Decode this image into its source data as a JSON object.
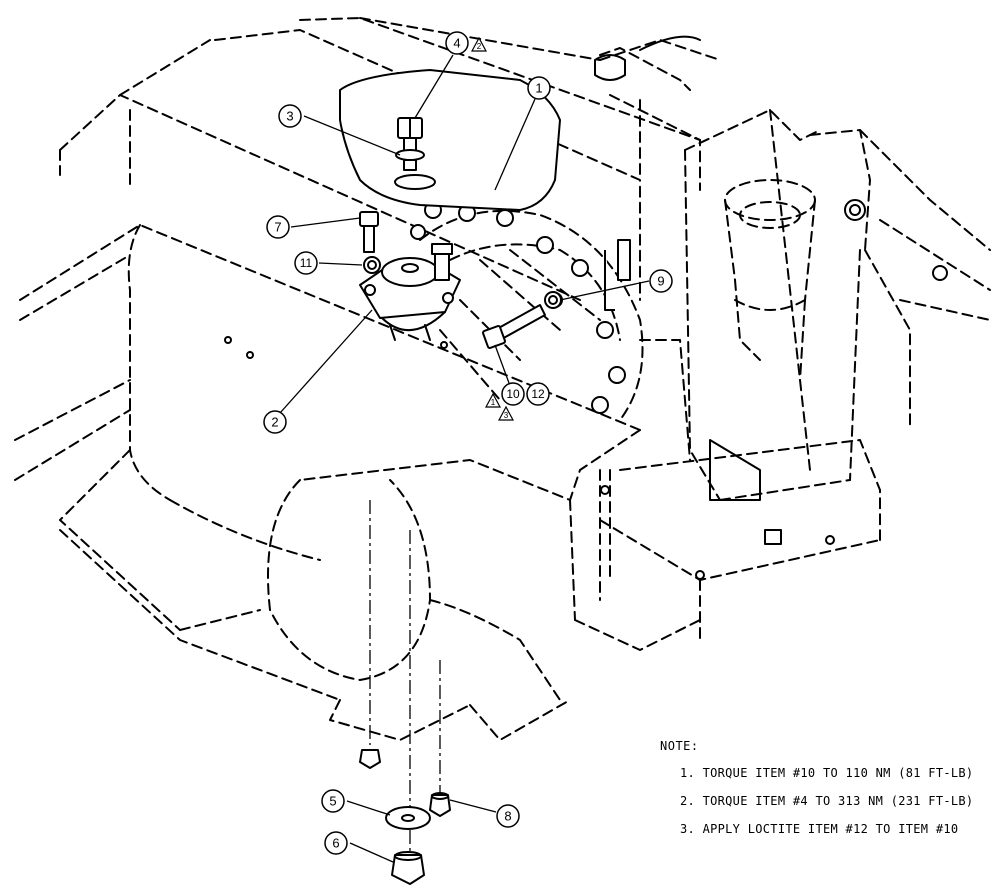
{
  "callouts": [
    {
      "id": "c1",
      "label": "1"
    },
    {
      "id": "c2",
      "label": "2"
    },
    {
      "id": "c3",
      "label": "3"
    },
    {
      "id": "c4",
      "label": "4"
    },
    {
      "id": "c5",
      "label": "5"
    },
    {
      "id": "c6",
      "label": "6"
    },
    {
      "id": "c7",
      "label": "7"
    },
    {
      "id": "c8",
      "label": "8"
    },
    {
      "id": "c9",
      "label": "9"
    },
    {
      "id": "c10",
      "label": "10"
    },
    {
      "id": "c11",
      "label": "11"
    },
    {
      "id": "c12",
      "label": "12"
    }
  ],
  "note_flags": [
    {
      "id": "f2",
      "label": "2"
    },
    {
      "id": "f1",
      "label": "1"
    },
    {
      "id": "f3",
      "label": "3"
    }
  ],
  "notes": {
    "title": "NOTE:",
    "items": [
      "1. TORQUE ITEM #10 TO 110 NM (81 FT-LB)",
      "2. TORQUE ITEM #4 TO 313 NM (231 FT-LB)",
      "3. APPLY LOCTITE ITEM #12 TO ITEM #10"
    ]
  }
}
